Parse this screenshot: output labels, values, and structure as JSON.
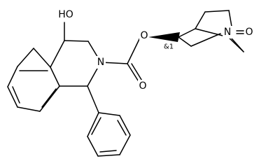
{
  "structure": {
    "atom_labels": {
      "hydroxyl": "HO",
      "ring_nitrogen": "N",
      "carbonyl_oxygen": "O",
      "ester_oxygen": "O",
      "bridgehead_nitrogen": "N",
      "n_oxide_oxygen": "O"
    },
    "stereo_label": "&1",
    "colors": {
      "bond": "#000000",
      "background": "#ffffff"
    }
  }
}
